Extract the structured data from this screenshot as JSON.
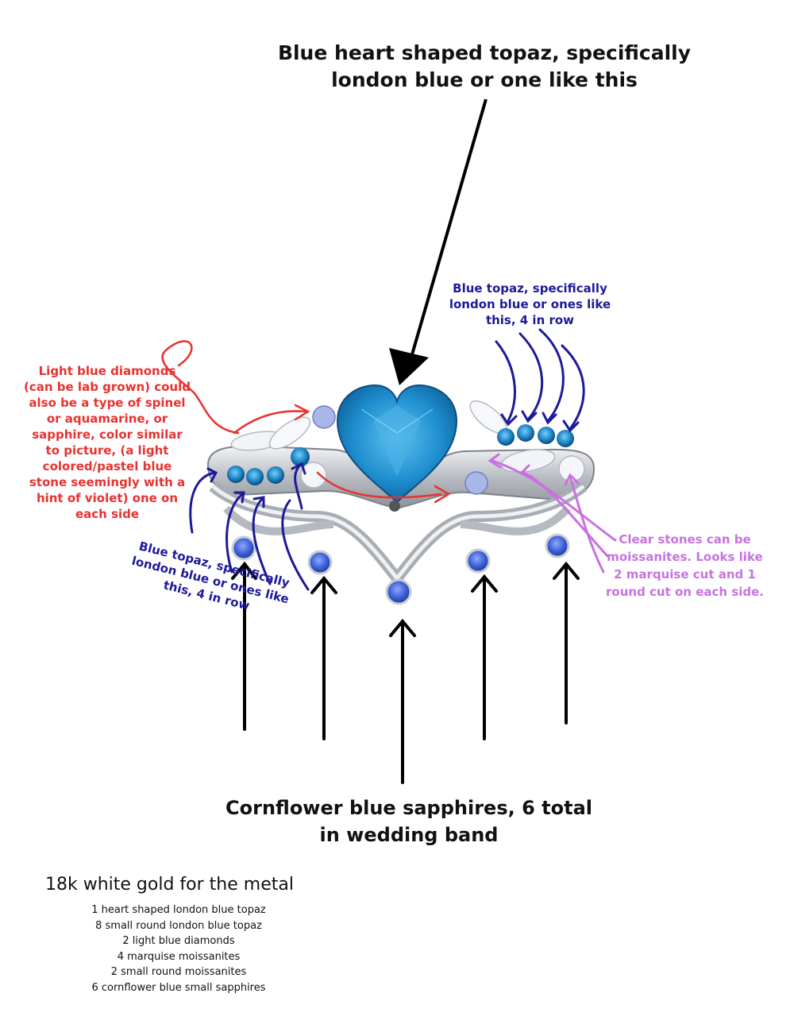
{
  "labels": {
    "heart_topaz": "Blue heart shaped topaz, specifically london blue or one like this",
    "topaz_right": "Blue topaz, specifically london blue or ones like this, 4 in row",
    "light_blue_diamonds": "Light blue diamonds (can be lab grown) could also be a type of spinel or aquamarine, or sapphire, color similar to picture, (a light colored/pastel blue stone seemingly with a hint of violet) one on each side",
    "topaz_left": "Blue topaz, specifically london blue or ones like this, 4 in row",
    "clear_stones": "Clear stones can be moissanites. Looks like 2 marquise cut and 1 round cut on each side.",
    "sapphires": "Cornflower blue sapphires, 6 total in wedding band"
  },
  "metal": "18k white gold for the metal",
  "specs": [
    "1 heart shaped london blue topaz",
    "8 small round london blue topaz",
    "2 light blue diamonds",
    "4 marquise moissanites",
    "2 small round moissanites",
    "6 cornflower blue small sapphires"
  ],
  "colors": {
    "annotation_red": "#e8322f",
    "annotation_blue": "#1d1a99",
    "annotation_violet": "#c872e0",
    "topaz": "#1f8fd0",
    "sapphire": "#3a5fd6",
    "metal": "#c9ccd2"
  }
}
